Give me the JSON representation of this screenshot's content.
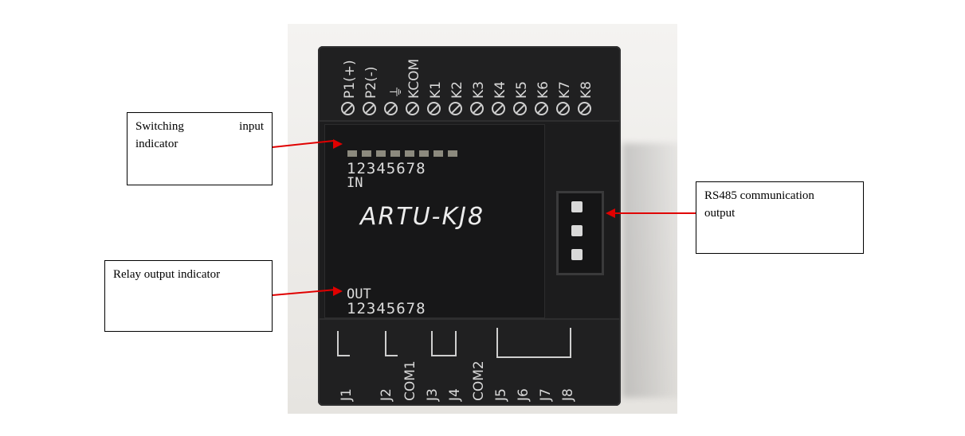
{
  "image": {
    "subject": "ARTU-KJ8 device photo",
    "model_label": "ARTU-KJ8",
    "top_terminals": [
      "P1(+)",
      "P2(-)",
      "⏚",
      "KCOM",
      "K1",
      "K2",
      "K3",
      "K4",
      "K5",
      "K6",
      "K7",
      "K8"
    ],
    "bottom_terminals": [
      "J1",
      "J2",
      "COM1",
      "J3",
      "J4",
      "COM2",
      "J5",
      "J6",
      "J7",
      "J8"
    ],
    "input_digits": "12345678",
    "input_label": "IN",
    "output_label": "OUT",
    "output_digits": "12345678"
  },
  "annotations": {
    "switching_input": {
      "line1": "Switching input",
      "line2": "indicator"
    },
    "rs485": {
      "line1": "RS485 communication",
      "line2": "output"
    },
    "relay_output": {
      "text": "Relay output indicator"
    }
  },
  "colors": {
    "arrow": "#e00000",
    "device_body": "#1d1d1e",
    "led": "#8c8a7e"
  }
}
